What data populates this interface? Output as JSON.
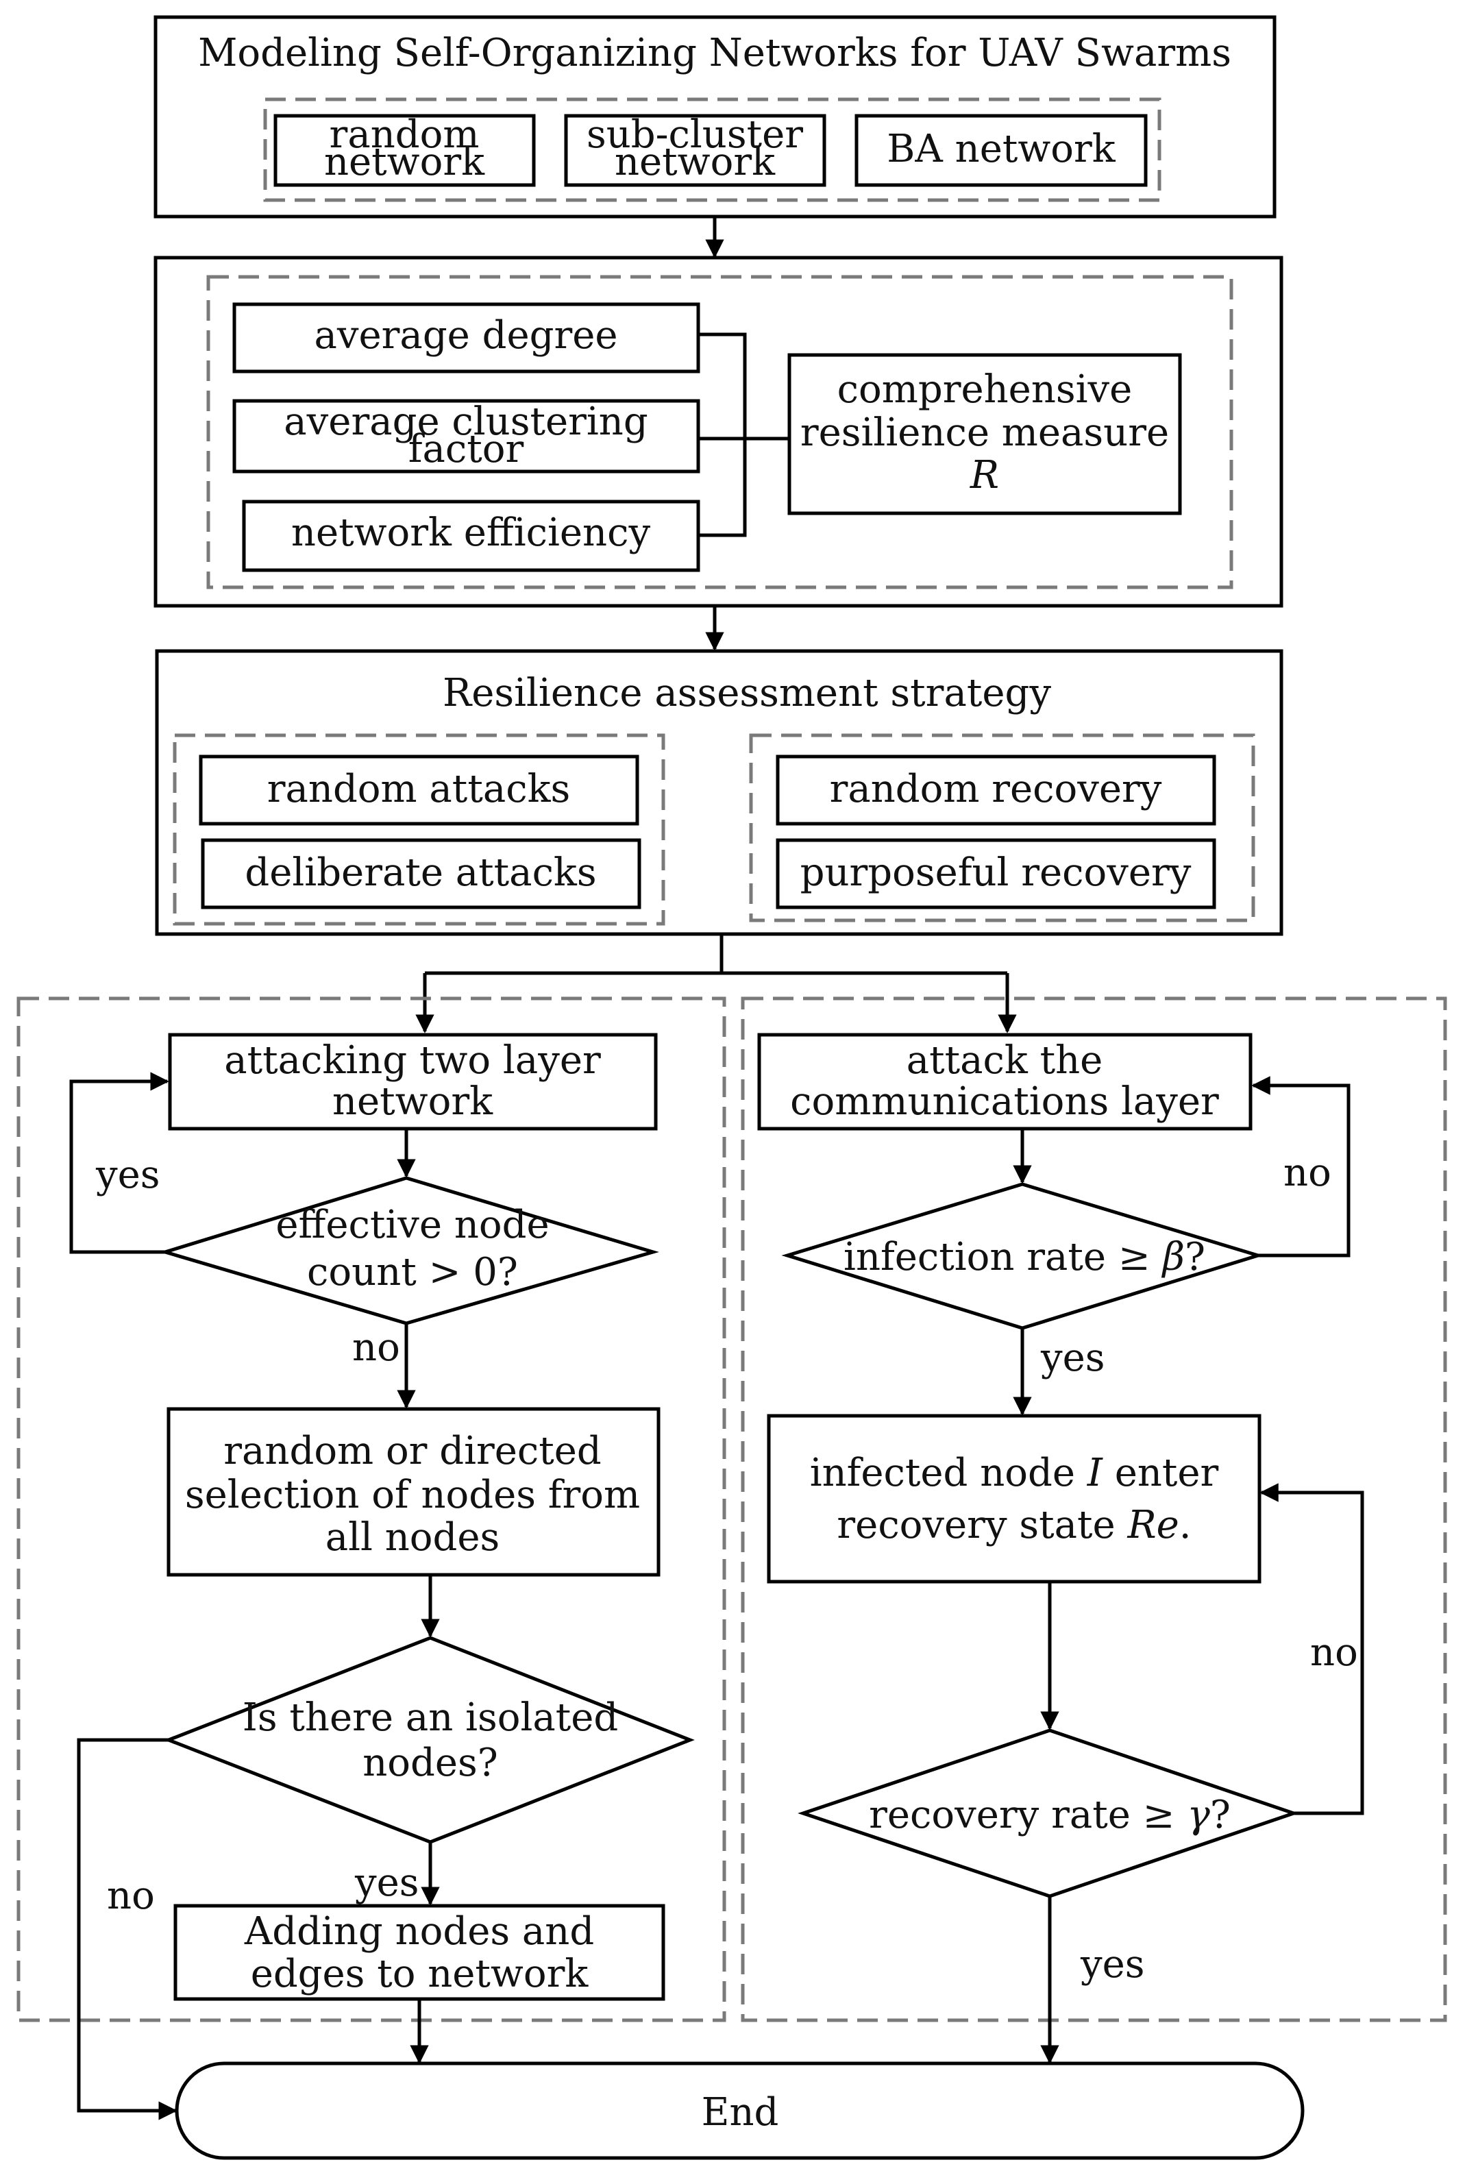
{
  "top": {
    "title": "Modeling Self-Organizing Networks for UAV Swarms",
    "random_network": [
      "random",
      "network"
    ],
    "subcluster_network": [
      "sub-cluster",
      "network"
    ],
    "ba_network": "BA network"
  },
  "metrics": {
    "average_degree": "average degree",
    "average_clustering": [
      "average clustering",
      "factor"
    ],
    "network_efficiency": "network efficiency",
    "resilience_measure": [
      "comprehensive",
      "resilience measure",
      "R"
    ]
  },
  "strategy": {
    "title": "Resilience assessment strategy",
    "random_attacks": "random attacks",
    "deliberate_attacks": "deliberate attacks",
    "random_recovery": "random recovery",
    "purposeful_recovery": "purposeful recovery"
  },
  "left_flow": {
    "attack_box": [
      "attacking two layer",
      "network"
    ],
    "decision1": [
      "effective node",
      "count > 0?"
    ],
    "yes1": "yes",
    "no1": "no",
    "select_box": [
      "random or directed",
      "selection of nodes from",
      "all nodes"
    ],
    "decision2": [
      "Is there an isolated",
      "nodes?"
    ],
    "yes2": "yes",
    "no2": "no",
    "add_box": [
      "Adding nodes and",
      "edges to network"
    ]
  },
  "right_flow": {
    "attack_box": [
      "attack the",
      "communications layer"
    ],
    "decision1": {
      "text": "infection rate ≥ ",
      "symbol": "β",
      "suffix": "?"
    },
    "no1": "no",
    "yes1": "yes",
    "recovery_box": {
      "line1_pre": "infected node ",
      "line1_var": "I",
      "line1_post": " enter",
      "line2_pre": "recovery state ",
      "line2_var": "Re",
      "line2_post": "."
    },
    "decision2": {
      "text": "recovery rate ≥ ",
      "symbol": "γ",
      "suffix": "?"
    },
    "no2": "no",
    "yes2": "yes"
  },
  "end_label": "End"
}
